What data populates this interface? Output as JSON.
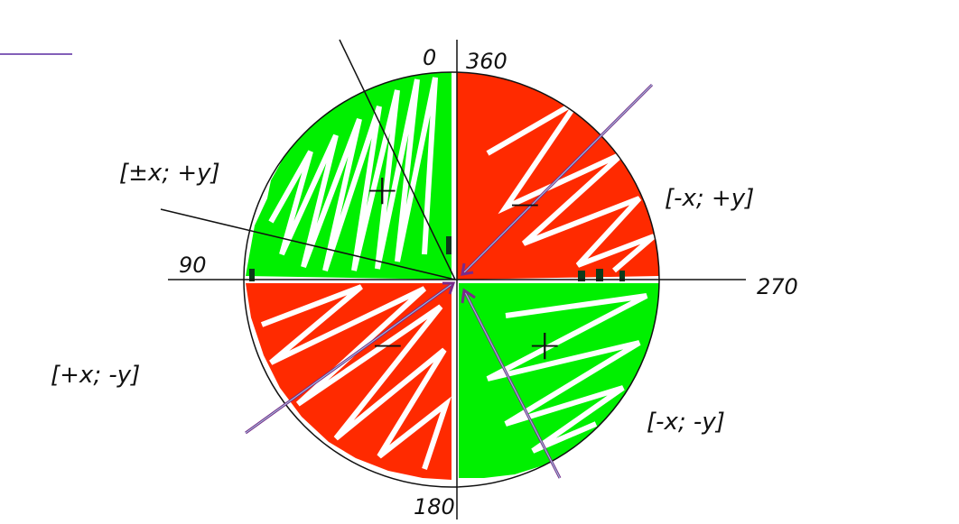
{
  "colors": {
    "positive_fill": "#00f000",
    "negative_fill": "#ff2a00",
    "ink": "#111111",
    "arrow_purple": "#7a2a8a",
    "arrow_highlight": "#9fd0e0",
    "underline_purple": "#5a2aa0"
  },
  "angles": {
    "top_left": "0",
    "top_right": "360",
    "left": "90",
    "right": "270",
    "bottom": "180"
  },
  "quadrants": {
    "upper_left": {
      "label": "[±x; +y]",
      "sign": "+",
      "fill": "green"
    },
    "upper_right": {
      "label": "[-x; +y]",
      "sign": "−",
      "fill": "red"
    },
    "lower_left": {
      "label": "[+x; -y]",
      "sign": "−",
      "fill": "red"
    },
    "lower_right": {
      "label": "[-x; -y]",
      "sign": "+",
      "fill": "green"
    }
  }
}
